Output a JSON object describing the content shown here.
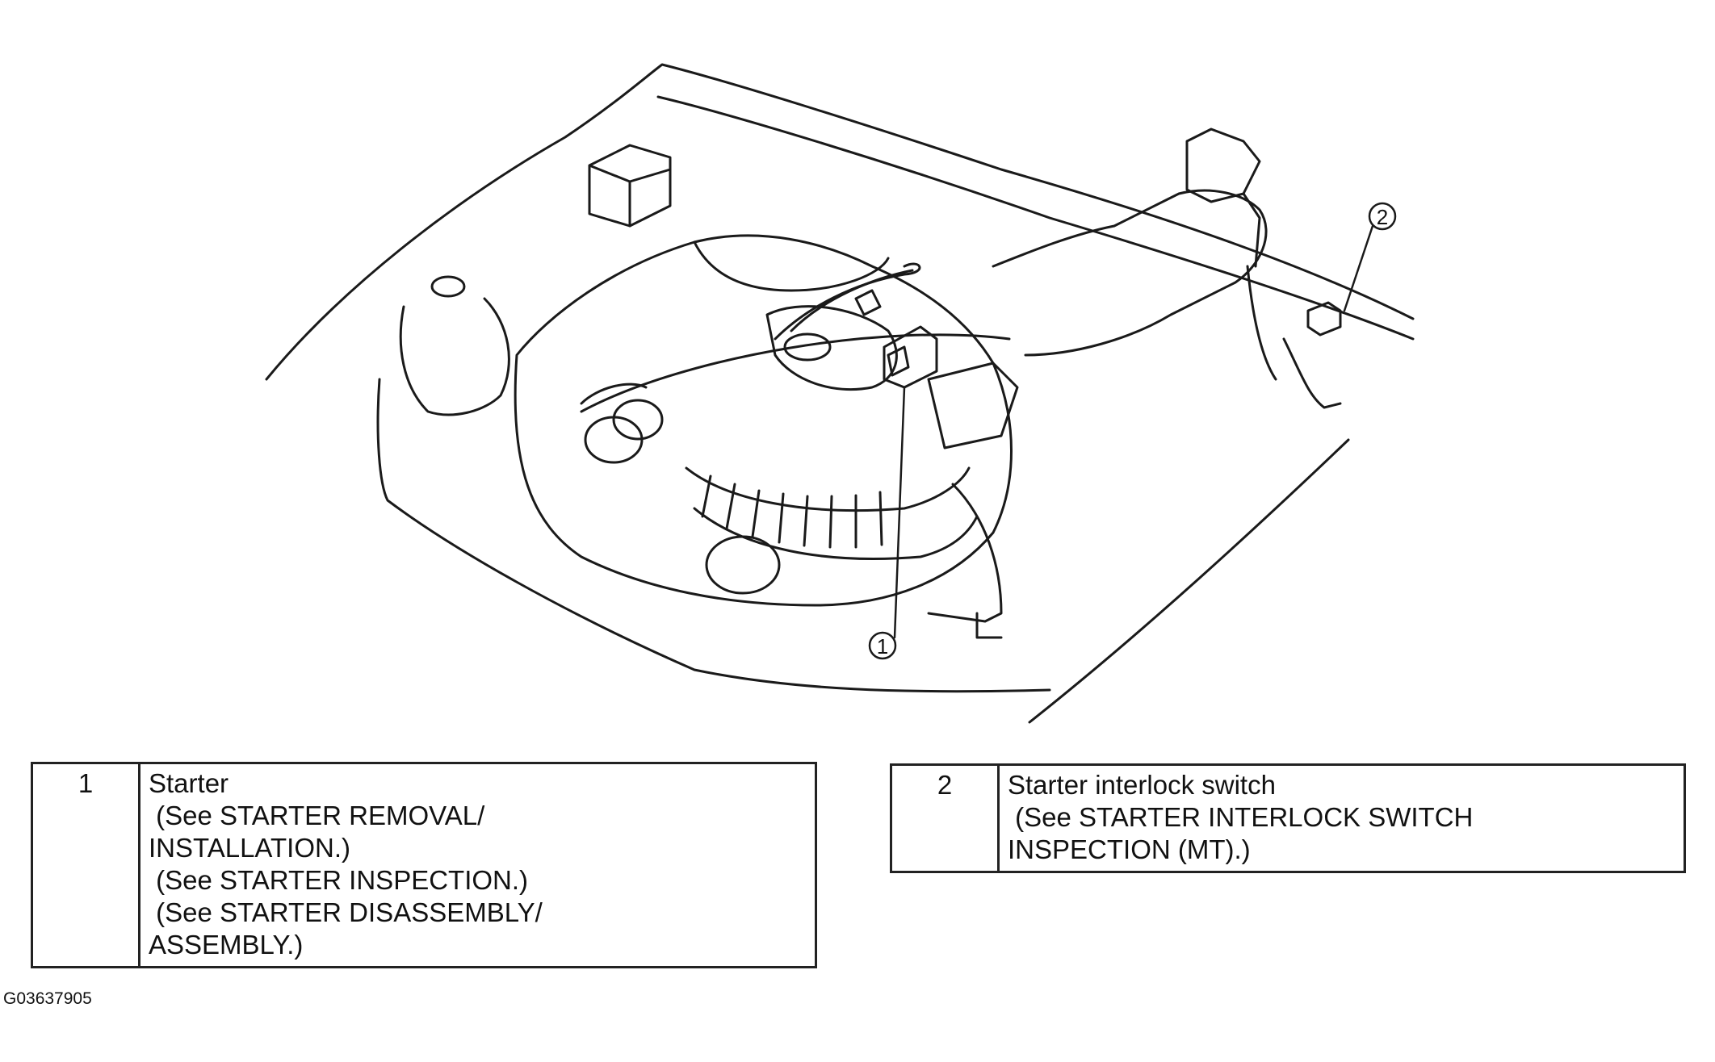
{
  "figure": {
    "callouts": [
      {
        "number": "1"
      },
      {
        "number": "2"
      }
    ],
    "figure_id": "G03637905"
  },
  "legend": [
    {
      "number": "1",
      "lines": [
        "Starter",
        " (See STARTER REMOVAL/",
        "INSTALLATION.)",
        " (See STARTER INSPECTION.)",
        " (See STARTER DISASSEMBLY/",
        "ASSEMBLY.)"
      ]
    },
    {
      "number": "2",
      "lines": [
        "Starter interlock switch",
        " (See STARTER INTERLOCK SWITCH",
        "INSPECTION (MT).)"
      ]
    }
  ]
}
